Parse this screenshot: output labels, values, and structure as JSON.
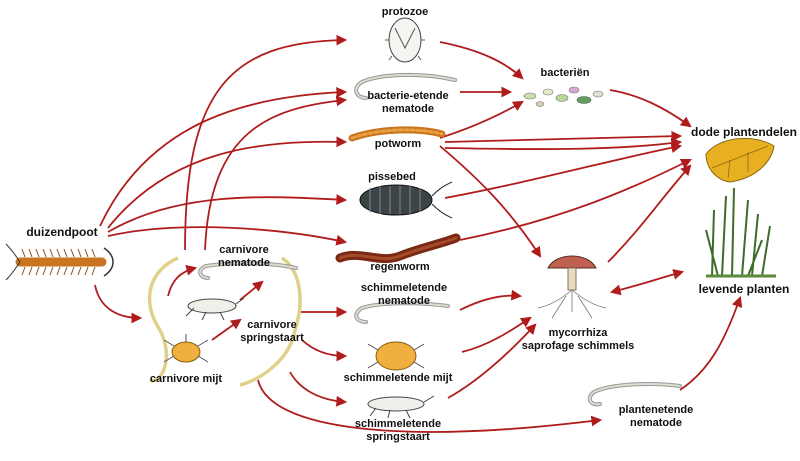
{
  "organisms": {
    "duizendpoot": "duizendpoot",
    "protozoe": "protozoe",
    "bacteria_nematode_1": "bacterie-etende",
    "bacteria_nematode_2": "nematode",
    "bacterien": "bacteriën",
    "potworm": "potworm",
    "pissebed": "pissebed",
    "regenworm": "regenworm",
    "dode_plantendelen": "dode plantendelen",
    "carnivore_nematode_1": "carnivore",
    "carnivore_nematode_2": "nematode",
    "carnivore_springstaart_1": "carnivore",
    "carnivore_springstaart_2": "springstaart",
    "carnivore_mijt": "carnivore mijt",
    "schimmel_nematode_1": "schimmeletende",
    "schimmel_nematode_2": "nematode",
    "schimmel_mijt": "schimmeletende mijt",
    "schimmel_springstaart_1": "schimmeletende",
    "schimmel_springstaart_2": "springstaart",
    "mycorrhiza_1": "mycorrhiza",
    "mycorrhiza_2": "saprofage schimmels",
    "levende_planten": "levende planten",
    "plant_nematode_1": "plantenetende",
    "plant_nematode_2": "nematode"
  },
  "colors": {
    "arrow": "#b01c1c",
    "bracket": "#e0d08a",
    "earthworm": "#7a2a14",
    "potworm": "#c9741f",
    "mite_orange": "#f0b040",
    "leaf": "#e8b020",
    "grass": "#3d6b2a",
    "nematode": "#dcdcd0"
  }
}
